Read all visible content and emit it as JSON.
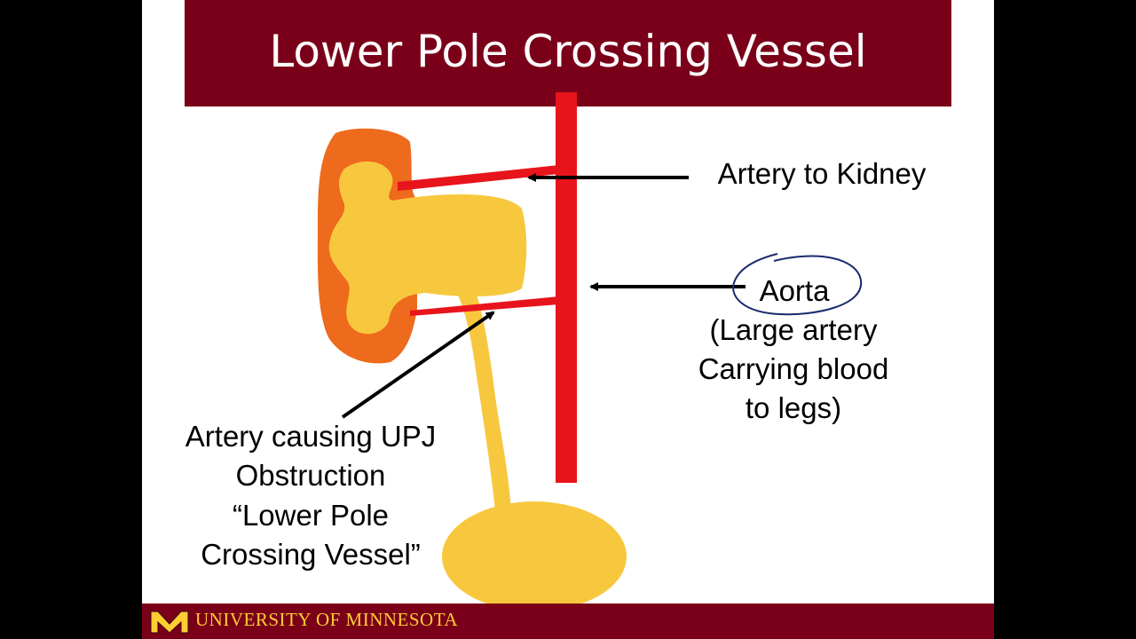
{
  "slide": {
    "title": "Lower Pole Crossing Vessel"
  },
  "labels": {
    "artery_to_kidney": "Artery to Kidney",
    "aorta": "Aorta",
    "aorta_desc_1": "(Large artery",
    "aorta_desc_2": "Carrying blood",
    "aorta_desc_3": "to legs)",
    "crossing_1": "Artery causing UPJ",
    "crossing_2": "Obstruction",
    "crossing_3": "“Lower Pole",
    "crossing_4": "Crossing Vessel”"
  },
  "footer": {
    "org_name": "UNIVERSITY OF MINNESOTA"
  },
  "colors": {
    "maroon": "#7a0019",
    "gold": "#ffcc33",
    "artery_red": "#e8141c",
    "kidney_orange": "#ee6a1c",
    "kidney_yellow": "#f7c83e"
  }
}
